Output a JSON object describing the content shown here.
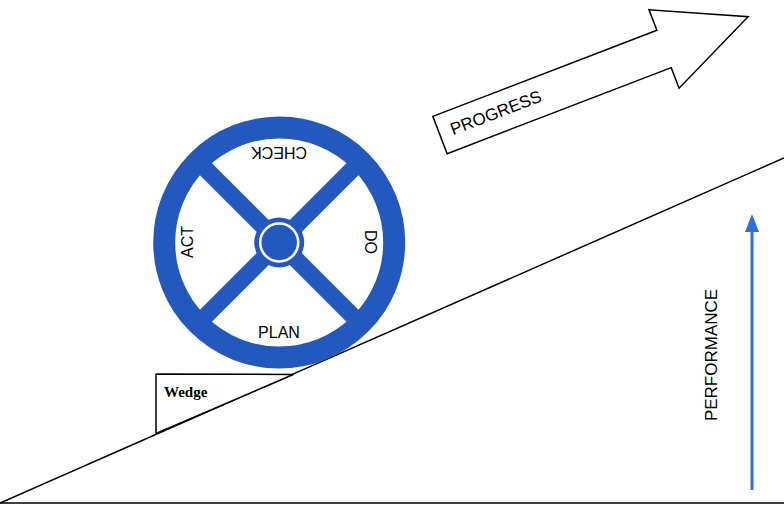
{
  "diagram": {
    "nodes": [
      {
        "text": [
          "Wedge"
        ]
      },
      {
        "text": [
          "PROGRESS"
        ]
      }
    ],
    "labels": [
      "CHECK",
      "ACT",
      "DO",
      "PLAN",
      "PERFORMANCE"
    ]
  }
}
